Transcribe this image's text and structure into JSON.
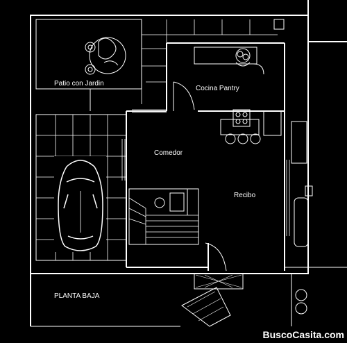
{
  "rooms": {
    "patio": "Patio con Jardin",
    "kitchen": "Cocina Pantry",
    "dining": "Comedor",
    "living": "Recibo"
  },
  "floor_label": "PLANTA BAJA",
  "watermark": "BuscoCasita.com",
  "colors": {
    "line": "#ffffff",
    "background": "#000000"
  }
}
